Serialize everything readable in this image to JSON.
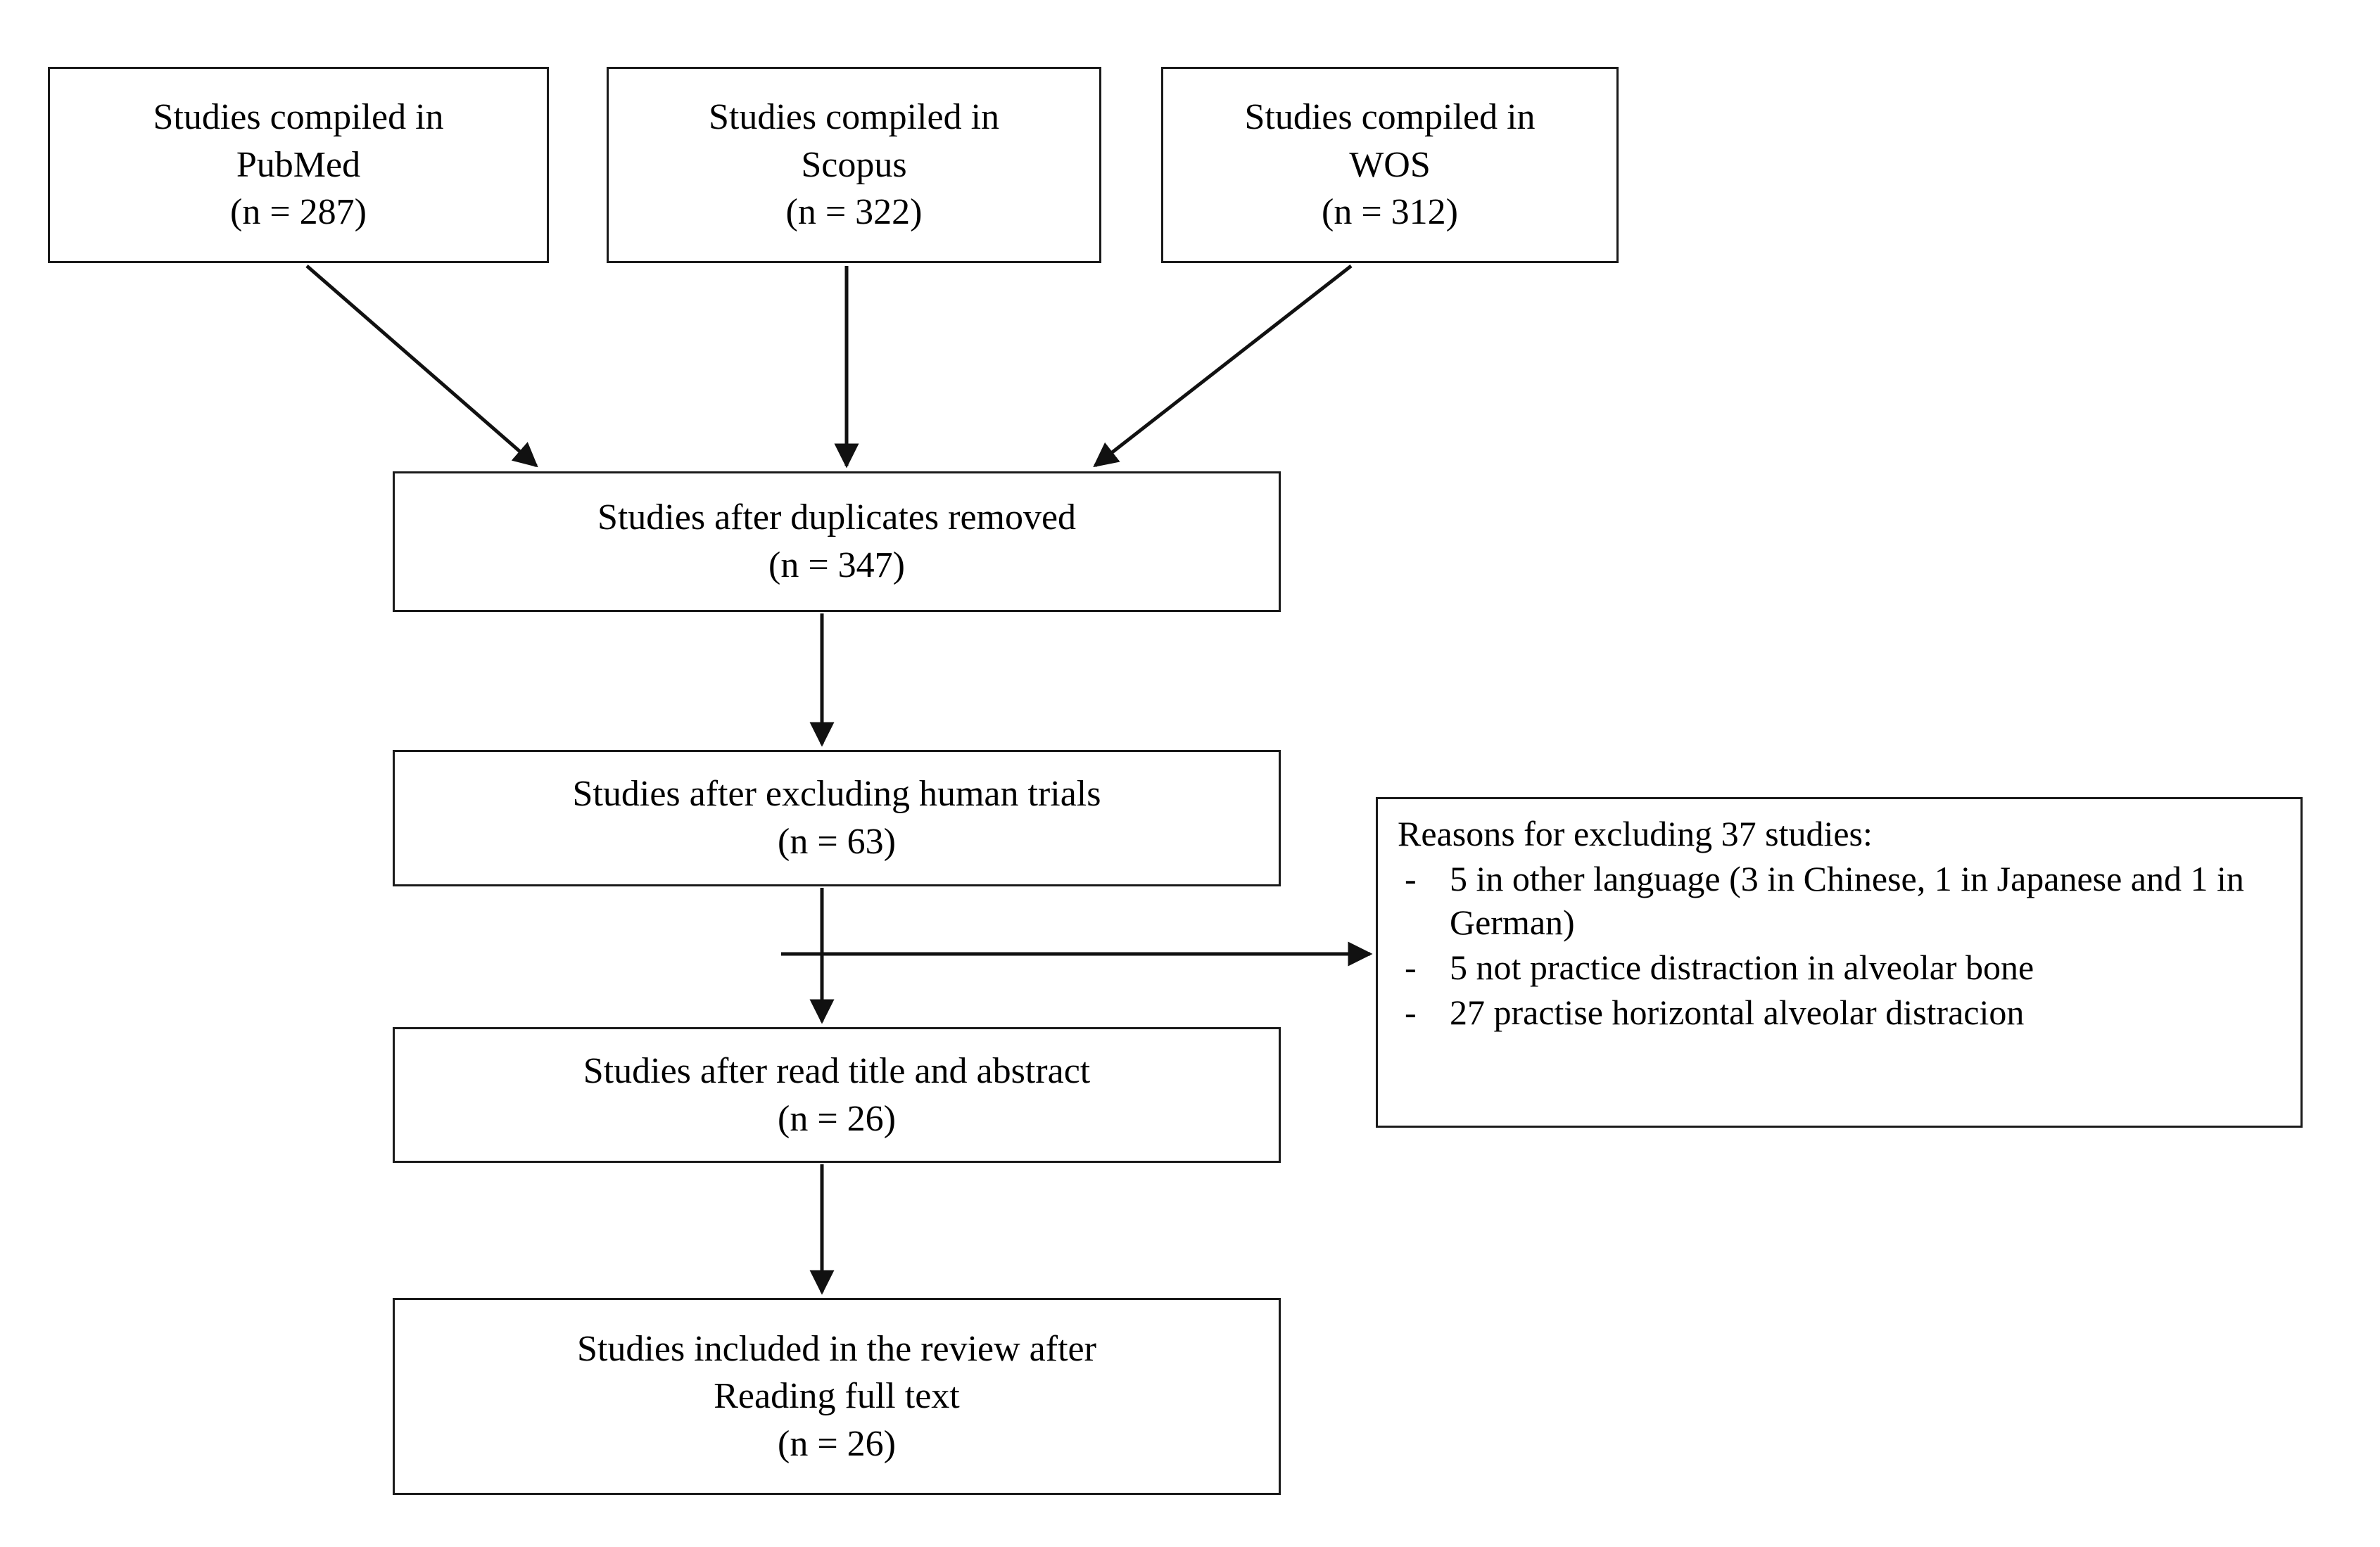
{
  "diagram": {
    "type": "prisma-flow-diagram",
    "nodes": {
      "pubmed": {
        "line1": "Studies compiled in",
        "line2": "PubMed",
        "line3": "(n = 287)"
      },
      "scopus": {
        "line1": "Studies compiled in",
        "line2": "Scopus",
        "line3": "(n = 322)"
      },
      "wos": {
        "line1": "Studies compiled in",
        "line2": "WOS",
        "line3": "(n = 312)"
      },
      "duplicates": {
        "line1": "Studies after duplicates removed",
        "line2": "(n = 347)"
      },
      "human_trials": {
        "line1": "Studies after excluding human trials",
        "line2": "(n = 63)"
      },
      "title_abstract": {
        "line1": "Studies after read title and abstract",
        "line2": "(n = 26)"
      },
      "included": {
        "line1": "Studies included in the review after",
        "line2": "Reading full text",
        "line3": "(n = 26)"
      },
      "reasons": {
        "title": "Reasons for excluding 37 studies:",
        "bullet_marker": "-",
        "items": [
          "5 in other language (3 in Chinese, 1 in Japanese and 1 in German)",
          "5 not practice distraction in alveolar bone",
          "27 practise horizontal alveolar distracion"
        ]
      }
    },
    "counts": {
      "pubmed": 287,
      "scopus": 322,
      "wos": 312,
      "after_duplicates": 347,
      "after_excluding_human_trials": 63,
      "after_title_abstract": 26,
      "included_full_text": 26,
      "excluded_total": 37,
      "excluded_other_language": 5,
      "excluded_chinese": 3,
      "excluded_japanese": 1,
      "excluded_german": 1,
      "excluded_not_alveolar_distraction": 5,
      "excluded_horizontal_alveolar_distraction": 27
    },
    "colors": {
      "stroke": "#1a1a1a",
      "background": "#ffffff",
      "text": "#000000"
    }
  }
}
